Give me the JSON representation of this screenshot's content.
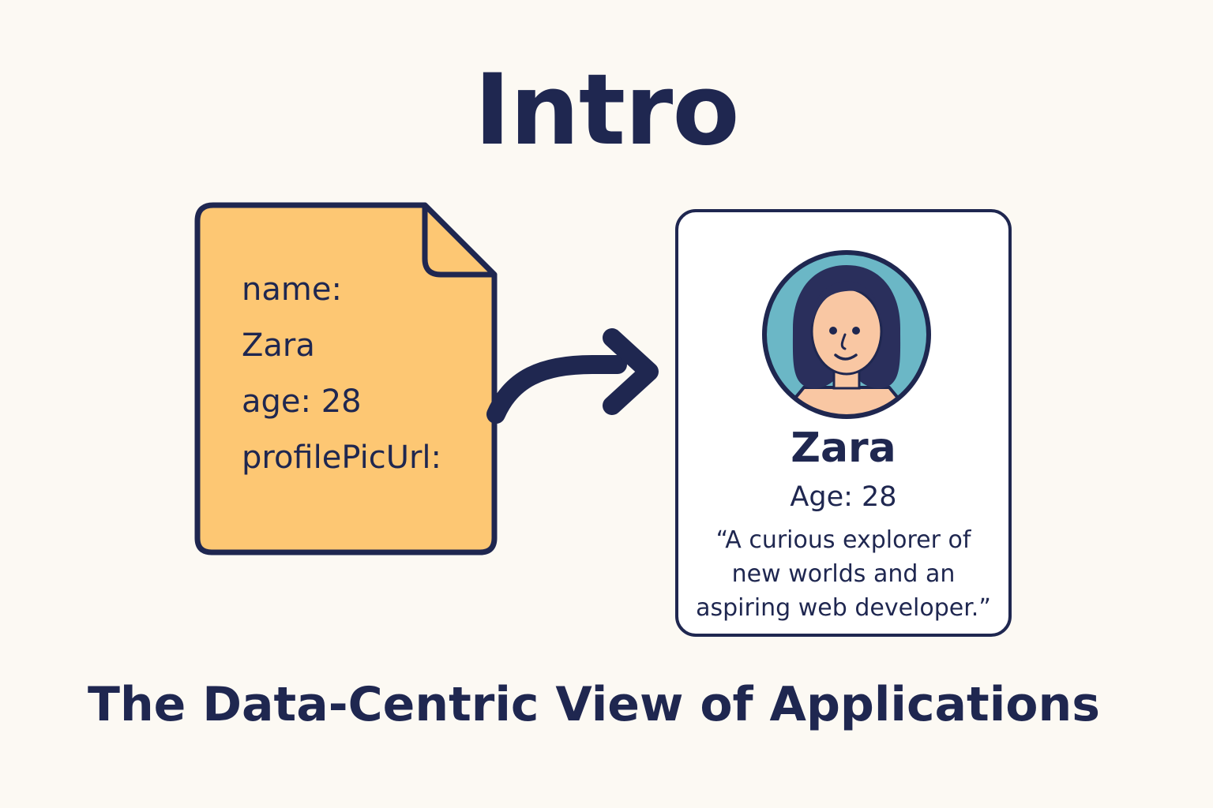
{
  "title": "Intro",
  "data_file": {
    "lines": [
      "name:",
      "Zara",
      "age: 28",
      "profilePicUrl:"
    ]
  },
  "profile_card": {
    "name": "Zara",
    "age": "Age: 28",
    "bio": "“A curious explorer of new worlds and an aspiring web developer.”"
  },
  "subtitle": "The Data-Centric View of Applications",
  "colors": {
    "ink": "#1f2750",
    "background": "#fcf9f3",
    "file": "#fdc773",
    "avatar_bg": "#6bb7c6",
    "skin": "#f9c7a3",
    "card": "#ffffff"
  },
  "icons": [
    "document-icon",
    "arrow-icon",
    "avatar-icon"
  ]
}
